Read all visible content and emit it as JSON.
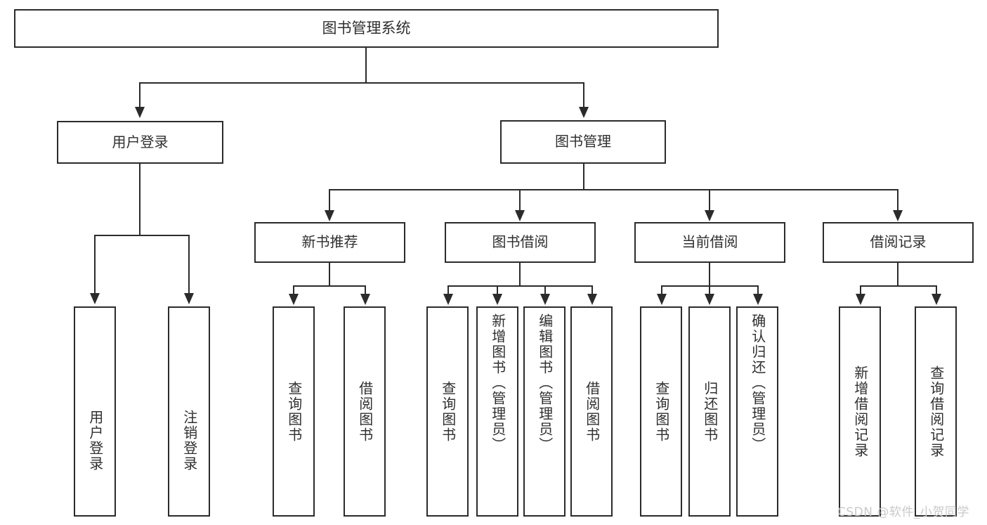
{
  "diagram": {
    "title": "图书管理系统",
    "root": {
      "label": "图书管理系统"
    },
    "level1": [
      {
        "label": "用户登录"
      },
      {
        "label": "图书管理"
      }
    ],
    "level2": [
      {
        "label": "新书推荐"
      },
      {
        "label": "图书借阅"
      },
      {
        "label": "当前借阅"
      },
      {
        "label": "借阅记录"
      }
    ],
    "leaves": {
      "user_login": [
        {
          "label": "用户登录"
        },
        {
          "label": "注销登录"
        }
      ],
      "new_book_recommend": [
        {
          "label": "查询图书"
        },
        {
          "label": "借阅图书"
        }
      ],
      "book_borrow": [
        {
          "label": "查询图书"
        },
        {
          "label": "新增图书（管理员）"
        },
        {
          "label": "编辑图书（管理员）"
        },
        {
          "label": "借阅图书"
        }
      ],
      "current_borrow": [
        {
          "label": "查询图书"
        },
        {
          "label": "归还图书"
        },
        {
          "label": "确认归还（管理员）"
        }
      ],
      "borrow_record": [
        {
          "label": "新增借阅记录"
        },
        {
          "label": "查询借阅记录"
        }
      ]
    }
  },
  "watermark": {
    "text": "CSDN @软件_小贺同学"
  },
  "colors": {
    "stroke": "#2b2b2b",
    "text": "#2f2f2f",
    "background": "#ffffff",
    "watermark": "#c9c9c9"
  }
}
